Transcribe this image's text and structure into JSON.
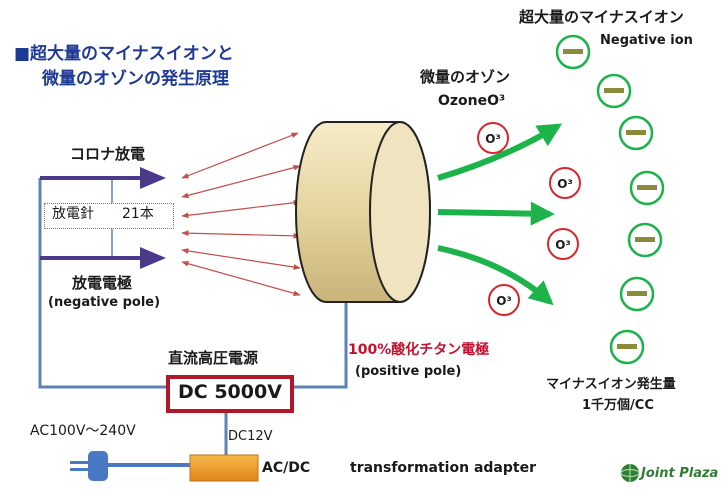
{
  "title": {
    "line1": "■超大量のマイナスイオンと",
    "line2": "微量のオゾンの発生原理"
  },
  "corona_label": "コロナ放電",
  "needle": {
    "label": "放電針",
    "count": "21本"
  },
  "electrode": {
    "label": "放電電極",
    "pole": "(negative pole)"
  },
  "ozone": {
    "label_jp": "微量のオゾン",
    "label_en": "OzoneO³",
    "symbol": "O³"
  },
  "negative_ion": {
    "label_jp": "超大量のマイナスイオン",
    "label_en": "Negative ion"
  },
  "titanium": {
    "label": "100%酸化チタン電極",
    "pole": "(positive pole)"
  },
  "power": {
    "label": "直流高圧電源",
    "output": "DC 5000V"
  },
  "generation": {
    "label": "マイナスイオン発生量",
    "count": "1千万個/CC"
  },
  "input": {
    "ac": "AC100V～240V",
    "dc": "DC12V"
  },
  "adapter": {
    "type": "AC/DC",
    "label": "transformation adapter"
  },
  "logo": {
    "text": "Joint Plaza"
  },
  "colors": {
    "wire": "#5b83b5",
    "arrow": "#4b3a8c",
    "red_arrow": "#c0504d",
    "green": "#1bb34a",
    "ion_bar": "#8a8a3a",
    "ozone_ring": "#d9262c",
    "cylinder": "#e8d9a8",
    "adapter": "#f0a030",
    "plug": "#4a78c2"
  }
}
